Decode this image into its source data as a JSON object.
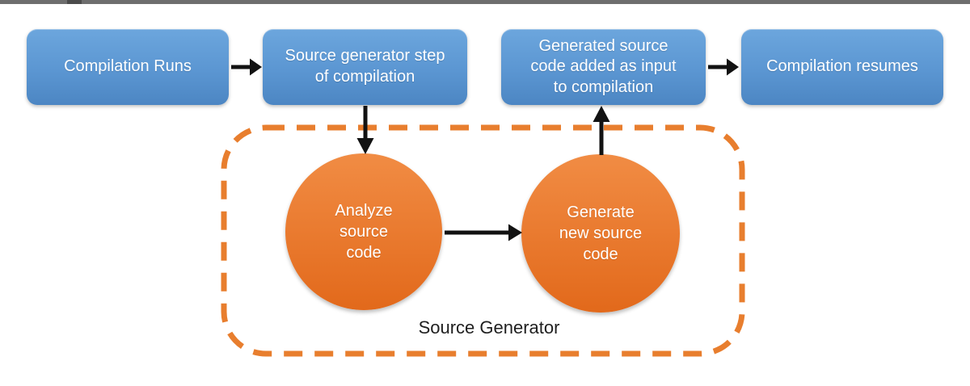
{
  "colors": {
    "blue_top": "#6ca6dd",
    "blue_mid": "#5b96d2",
    "blue_bottom": "#4c86c3",
    "orange_top": "#f18c44",
    "orange_bottom": "#e2691b",
    "dash": "#e87e2e",
    "arrow": "#121212",
    "bar": "#6e6e6e",
    "bar_notch": "#4b4b4b",
    "text_dark": "#1f1f1f"
  },
  "flow": {
    "boxes": [
      {
        "label": "Compilation Runs"
      },
      {
        "label": "Source generator step\nof compilation"
      },
      {
        "label": "Generated source\ncode added as input\nto compilation"
      },
      {
        "label": "Compilation resumes"
      }
    ]
  },
  "source_generator": {
    "label": "Source Generator",
    "circles": [
      {
        "label": "Analyze\nsource\ncode"
      },
      {
        "label": "Generate\nnew source\ncode"
      }
    ]
  }
}
